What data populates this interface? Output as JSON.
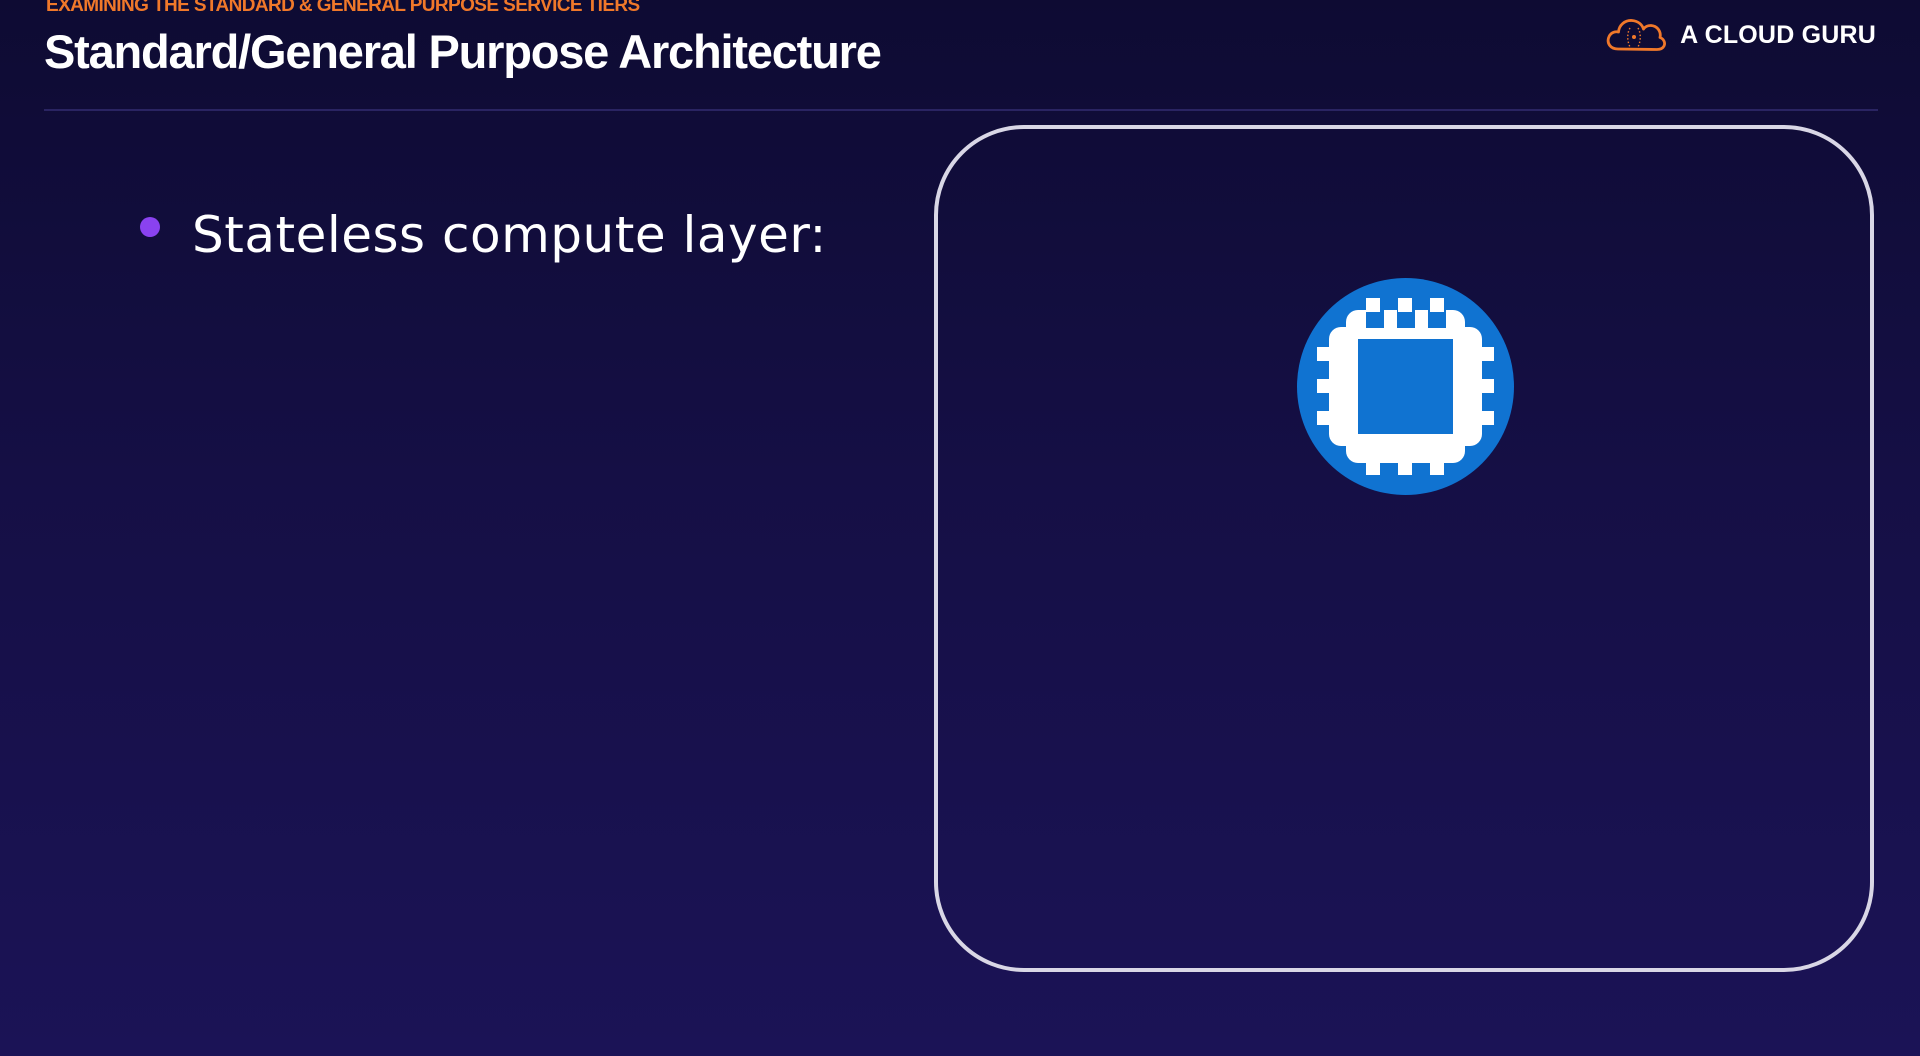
{
  "header": {
    "kicker": "EXAMINING THE STANDARD & GENERAL PURPOSE SERVICE TIERS",
    "title": "Standard/General Purpose Architecture",
    "logo_text": "A CLOUD GURU",
    "logo_icon": "cloud-icon"
  },
  "content": {
    "bullets": [
      {
        "text": "Stateless compute layer:"
      }
    ]
  },
  "diagram": {
    "icon": "cpu-chip-icon"
  },
  "colors": {
    "background": "#150f45",
    "accent_orange": "#f0782a",
    "bullet_purple": "#8a42f0",
    "icon_blue": "#1073d1",
    "frame_border": "#d9d7e6"
  }
}
